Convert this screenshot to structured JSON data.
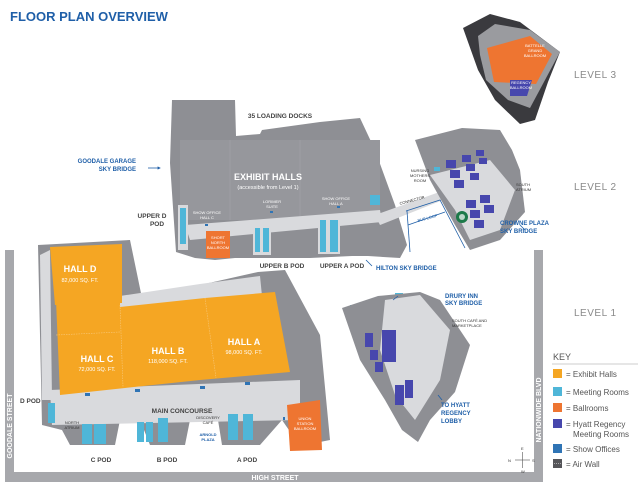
{
  "title": "FLOOR PLAN OVERVIEW",
  "levels": [
    "LEVEL 3",
    "LEVEL 2",
    "LEVEL 1"
  ],
  "colors": {
    "title": "#1f5fa8",
    "exhibit_halls": "#f5a623",
    "meeting_rooms": "#4fb6d8",
    "ballrooms": "#ee7531",
    "hyatt_regency_meeting_rooms": "#4747ad",
    "show_offices": "#2f74b5",
    "air_wall": "#555559",
    "building": "#8e8f94",
    "corridor": "#d9dadd"
  },
  "level3": {
    "battelle": [
      "BATTELLE",
      "GRAND",
      "BALLROOM"
    ],
    "regency": [
      "REGENCY",
      "BALLROOM"
    ]
  },
  "level2": {
    "loading_docks": "35 LOADING DOCKS",
    "exhibit_halls": "EXHIBIT HALLS",
    "exhibit_note": "(accessible from Level 1)",
    "goodale_garage": [
      "GOODALE GARAGE",
      "SKY BRIDGE"
    ],
    "upper_d_pod": [
      "UPPER D",
      "POD"
    ],
    "show_office_c": [
      "SHOW OFFICE",
      "HALL C"
    ],
    "lorimer": [
      "LORIMER",
      "SUITE"
    ],
    "show_office_a": [
      "SHOW OFFICE",
      "HALL A"
    ],
    "short_north": [
      "SHORT",
      "NORTH",
      "BALLROOM"
    ],
    "upper_b_pod": "UPPER B POD",
    "upper_a_pod": "UPPER A POD",
    "hilton": "HILTON SKY BRIDGE",
    "nursing": [
      "NURSING",
      "MOTHERS",
      "ROOM"
    ],
    "connector": "CONNECTOR",
    "bus_loop": "BUS LOOP",
    "south_atrium": [
      "SOUTH",
      "ATRIUM"
    ],
    "crowne_plaza": [
      "CROWNE PLAZA",
      "SKY BRIDGE"
    ]
  },
  "level1": {
    "hall_d": {
      "name": "HALL D",
      "size": "82,000 SQ. FT."
    },
    "hall_c": {
      "name": "HALL C",
      "size": "72,000 SQ. FT."
    },
    "hall_b": {
      "name": "HALL B",
      "size": "118,000 SQ. FT."
    },
    "hall_a": {
      "name": "HALL A",
      "size": "98,000 SQ. FT."
    },
    "d_pod": "D POD",
    "main_concourse": "MAIN CONCOURSE",
    "north_atrium": [
      "NORTH",
      "ATRIUM"
    ],
    "discovery_cafe": [
      "DISCOVERY",
      "CAFÉ"
    ],
    "arnold_plaza": [
      "ARNOLD",
      "PLAZA"
    ],
    "union_station": [
      "UNION",
      "STATION",
      "BALLROOM"
    ],
    "c_pod": "C POD",
    "b_pod": "B POD",
    "a_pod": "A POD",
    "drury_inn": [
      "DRURY INN",
      "SKY BRIDGE"
    ],
    "south_cafe": [
      "SOUTH CAFÉ AND",
      "MARKETPLACE"
    ],
    "to_hyatt": [
      "TO HYATT",
      "REGENCY",
      "LOBBY"
    ]
  },
  "streets": {
    "goodale": "GOODALE STREET",
    "high": "HIGH STREET",
    "nationwide": "NATIONWIDE BLVD"
  },
  "key": {
    "title": "KEY",
    "items": [
      {
        "label": "= Exhibit Halls"
      },
      {
        "label": "= Meeting Rooms"
      },
      {
        "label": "= Ballrooms"
      },
      {
        "label": "= Hyatt Regency",
        "label2": "Meeting Rooms"
      },
      {
        "label": "= Show Offices"
      },
      {
        "label": "= Air Wall"
      }
    ]
  },
  "compass": {
    "n": "N",
    "s": "S",
    "e": "E",
    "w": "W"
  }
}
